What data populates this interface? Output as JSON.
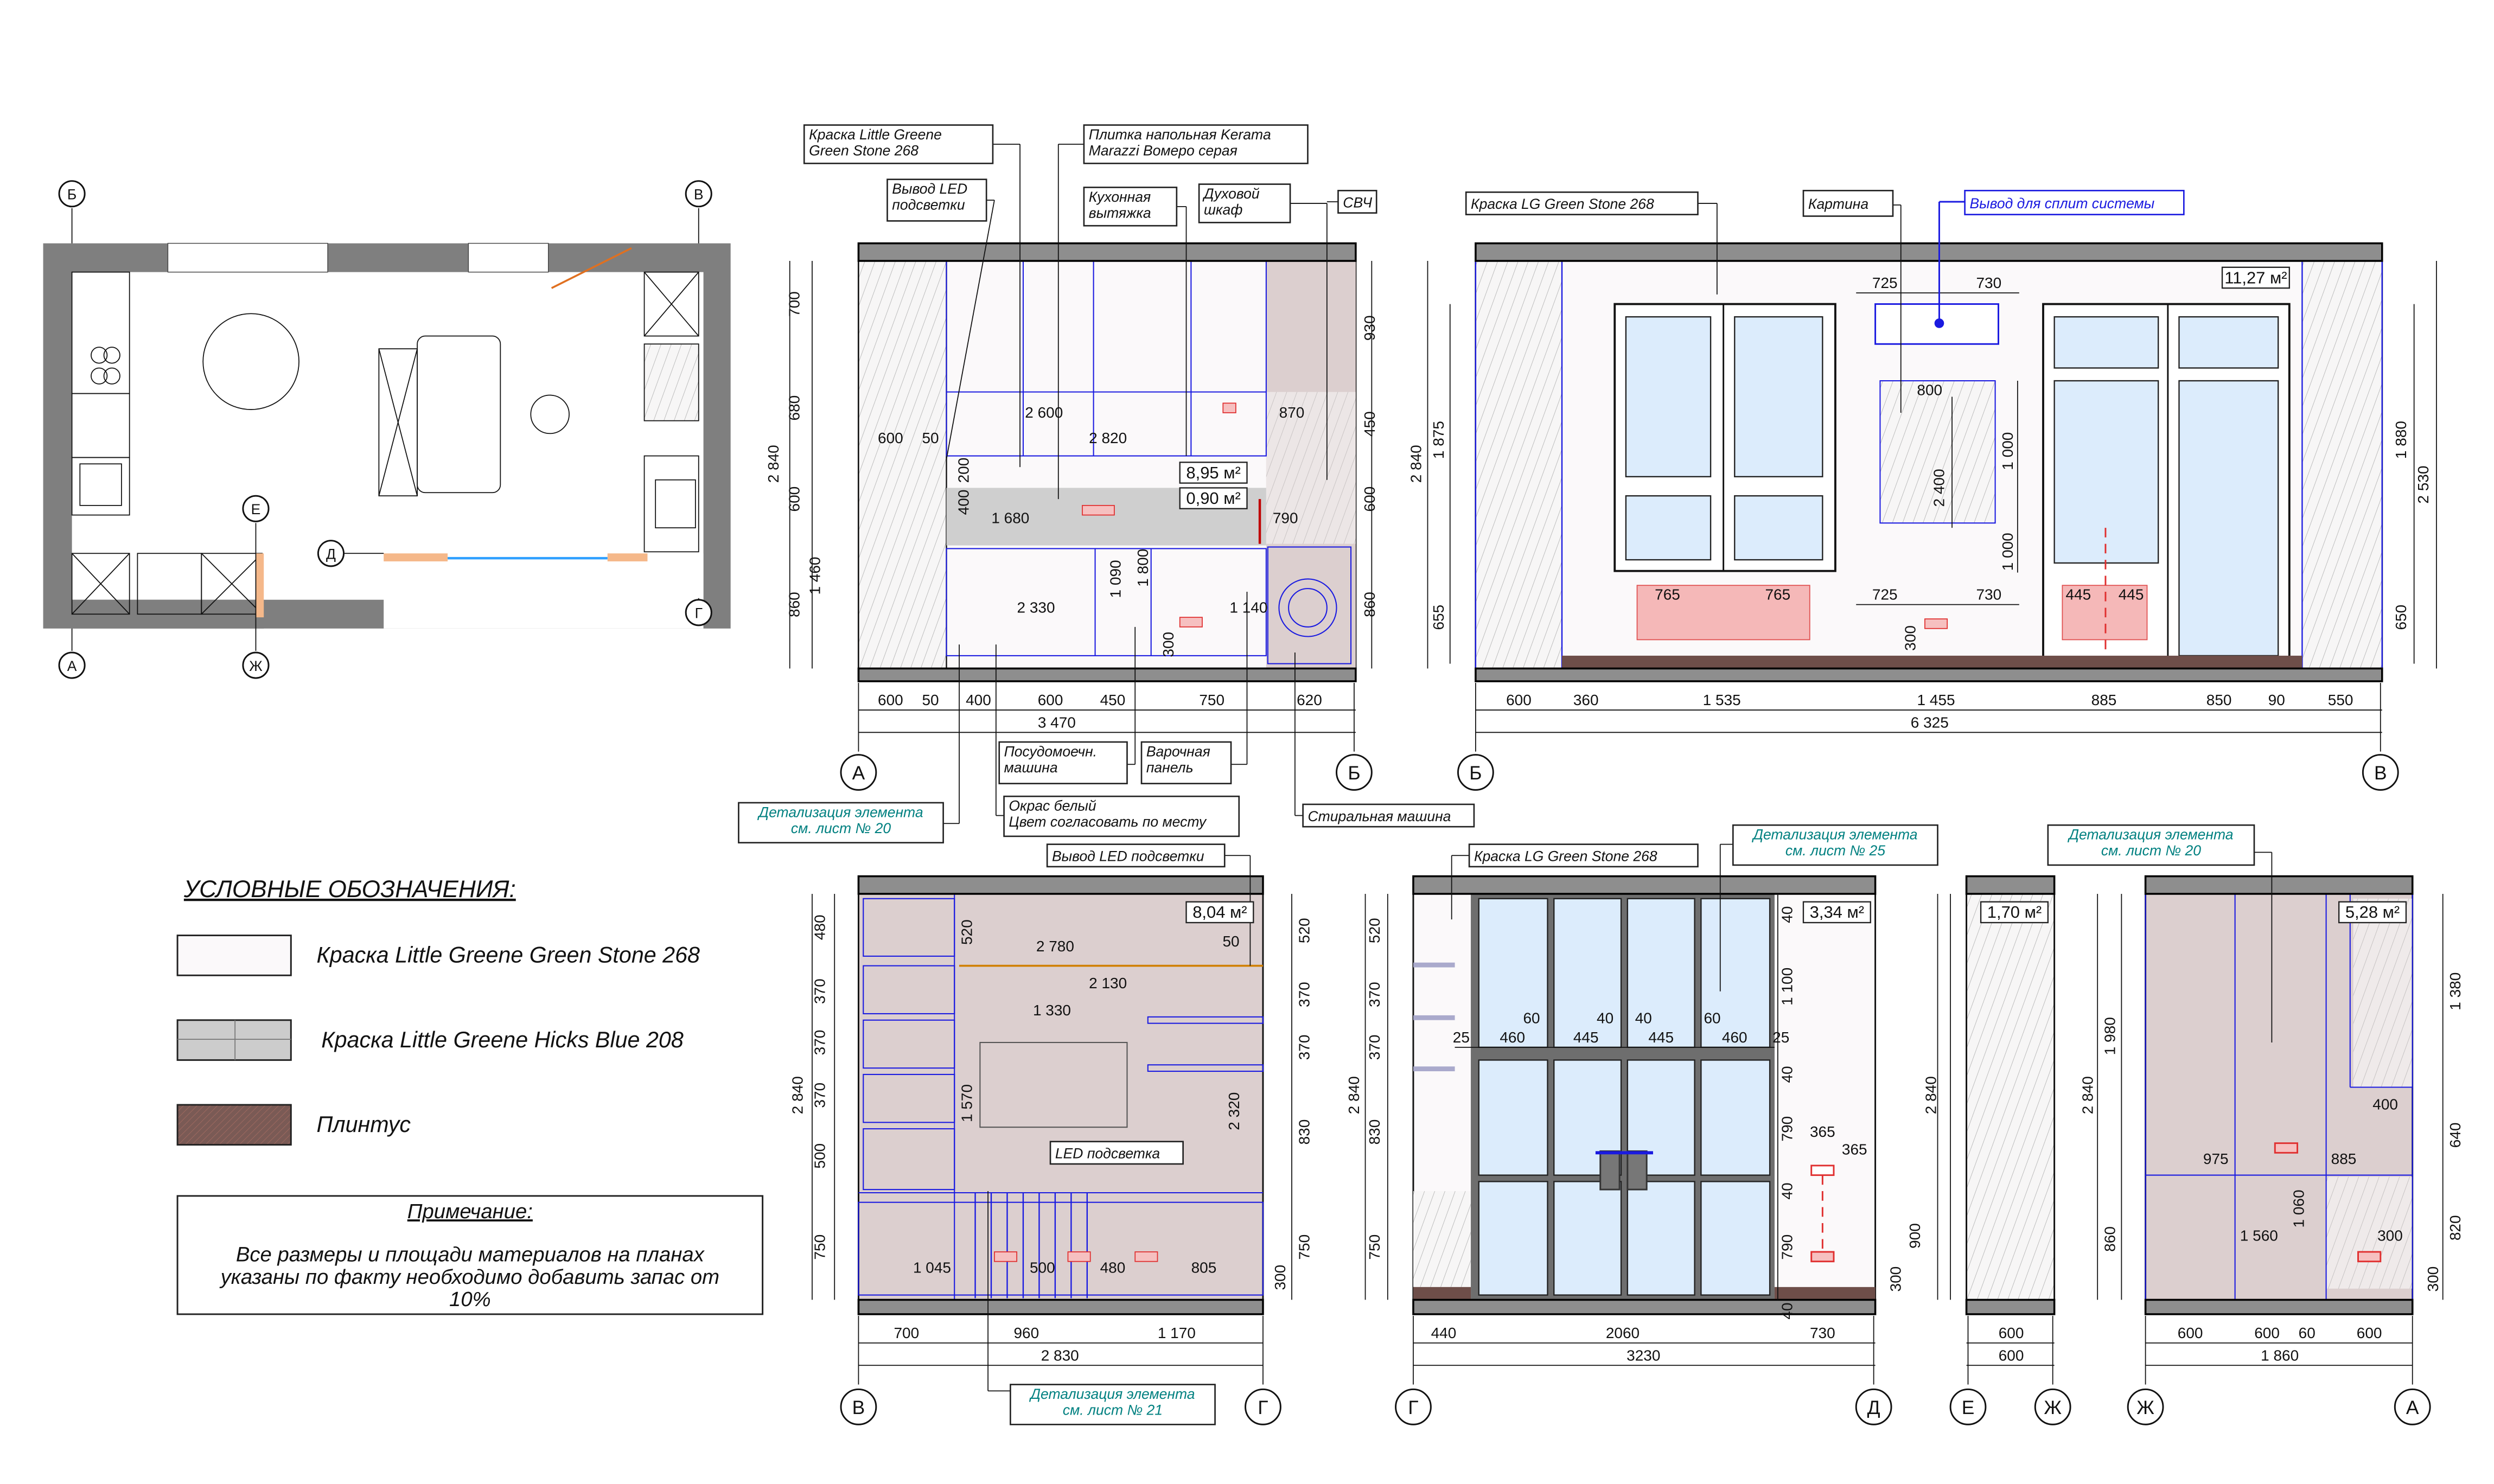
{
  "plan": {
    "axes": [
      "Б",
      "В",
      "А",
      "Ж",
      "Е",
      "Д",
      "Г"
    ]
  },
  "elev1": {
    "axes": [
      "А",
      "Б"
    ],
    "callouts": [
      {
        "lines": [
          "Краска Little Greene",
          "Green Stone 268"
        ]
      },
      {
        "lines": [
          "Плитка напольная Kerama",
          "Marazzi Вомеро серая"
        ]
      },
      {
        "lines": [
          "Вывод LED",
          "подсветки"
        ]
      },
      {
        "lines": [
          "Кухонная",
          "вытяжка"
        ]
      },
      {
        "lines": [
          "Духовой",
          "шкаф"
        ]
      },
      {
        "lines": [
          "СВЧ"
        ]
      },
      {
        "lines": [
          "Посудомоечн.",
          "машина"
        ]
      },
      {
        "lines": [
          "Варочная",
          "панель"
        ]
      },
      {
        "lines": [
          "Детализация элемента",
          "см. лист № 20"
        ]
      },
      {
        "lines": [
          "Окрас белый",
          "Цвет согласовать по месту"
        ]
      },
      {
        "lines": [
          "Стиральная машина"
        ]
      }
    ],
    "areas": [
      "8,95 м²",
      "0,90 м²"
    ],
    "dims": [
      "700",
      "680",
      "600",
      "860",
      "2 840",
      "1 460",
      "930",
      "450",
      "600",
      "860",
      "600",
      "50",
      "2 600",
      "2 820",
      "870",
      "400",
      "200",
      "1 680",
      "790",
      "2 330",
      "1 090",
      "1 800",
      "1 140",
      "300",
      "600",
      "50",
      "400",
      "600",
      "450",
      "750",
      "620",
      "3 470"
    ]
  },
  "elev2": {
    "axes": [
      "Б",
      "В"
    ],
    "callouts": [
      {
        "lines": [
          "Краска  LG Green Stone 268"
        ]
      },
      {
        "lines": [
          "Картина"
        ]
      },
      {
        "lines": [
          "Вывод для сплит системы"
        ]
      }
    ],
    "areas": [
      "11,27 м²"
    ],
    "dims": [
      "2 840",
      "1 875",
      "655",
      "1 880",
      "2 530",
      "650",
      "725",
      "730",
      "800",
      "2 400",
      "1 000",
      "1 000",
      "765",
      "765",
      "725",
      "730",
      "445",
      "445",
      "300",
      "600",
      "360",
      "1 535",
      "1 455",
      "885",
      "850",
      "90",
      "550",
      "6 325"
    ]
  },
  "elev3": {
    "axes": [
      "В",
      "Г"
    ],
    "callouts": [
      {
        "lines": [
          "Вывод LED подсветки"
        ]
      },
      {
        "lines": [
          "LED подсветка"
        ]
      },
      {
        "lines": [
          "Детализация элемента",
          "см. лист № 21"
        ]
      }
    ],
    "areas": [
      "8,04 м²"
    ],
    "dims": [
      "480",
      "370",
      "370",
      "370",
      "500",
      "750",
      "2 840",
      "520",
      "2 780",
      "50",
      "2 130",
      "1 330",
      "1 570",
      "2 320",
      "1 045",
      "500",
      "480",
      "805",
      "300",
      "520",
      "370",
      "370",
      "830",
      "750",
      "700",
      "960",
      "1 170",
      "2 830"
    ]
  },
  "elev4": {
    "axes": [
      "Г",
      "Д"
    ],
    "callouts": [
      {
        "lines": [
          "Краска  LG Green Stone 268"
        ]
      },
      {
        "lines": [
          "Детализация элемента",
          "см. лист № 25"
        ]
      }
    ],
    "areas": [
      "3,34 м²"
    ],
    "dims": [
      "520",
      "370",
      "370",
      "830",
      "750",
      "2 840",
      "60",
      "40",
      "40",
      "60",
      "25",
      "460",
      "445",
      "445",
      "460",
      "25",
      "40",
      "1 100",
      "40",
      "790",
      "40",
      "790",
      "40",
      "365",
      "365",
      "900",
      "300",
      "2 840",
      "440",
      "2060",
      "730",
      "3230"
    ]
  },
  "elev5": {
    "axes": [
      "Е",
      "Ж"
    ],
    "areas": [
      "1,70 м²"
    ],
    "dims": [
      "600",
      "600"
    ]
  },
  "elev6": {
    "axes": [
      "Ж",
      "А"
    ],
    "callouts": [
      {
        "lines": [
          "Детализация элемента",
          "см. лист № 20"
        ]
      }
    ],
    "areas": [
      "5,28 м²"
    ],
    "dims": [
      "2 840",
      "1 980",
      "860",
      "1 380",
      "640",
      "820",
      "300",
      "400",
      "975",
      "885",
      "1 060",
      "1 560",
      "300",
      "600",
      "600",
      "60",
      "600",
      "1 860"
    ]
  },
  "legend": {
    "title": "УСЛОВНЫЕ ОБОЗНАЧЕНИЯ:",
    "items": [
      {
        "label": "Краска Little Greene Green Stone 268",
        "color": "#fbf9fa"
      },
      {
        "label": "Краска Little Greene Hicks Blue 208",
        "color": "#cccccc"
      },
      {
        "label": "Плинтус",
        "color": "#7a5a55"
      }
    ]
  },
  "note": {
    "title": "Примечание:",
    "lines": [
      "Все размеры и площади материалов на планах",
      "указаны по факту необходимо добавить запас от",
      "10%"
    ]
  }
}
